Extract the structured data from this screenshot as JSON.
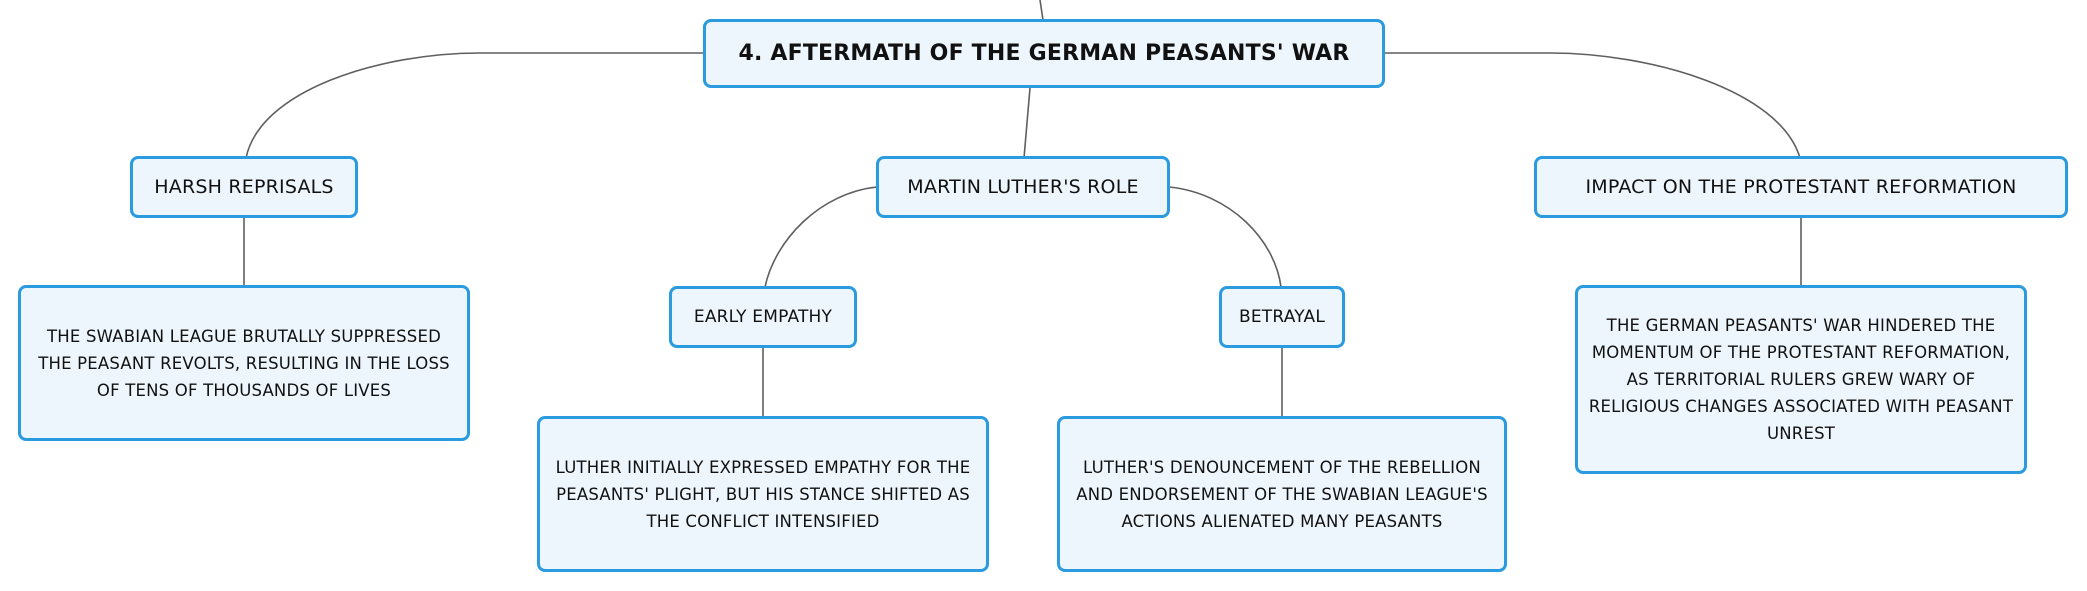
{
  "root": {
    "label": "4. AFTERMATH OF THE GERMAN PEASANTS' WAR"
  },
  "branches": [
    {
      "label": "HARSH REPRISALS",
      "detail": "THE SWABIAN LEAGUE BRUTALLY SUPPRESSED THE PEASANT REVOLTS, RESULTING IN THE LOSS OF TENS OF THOUSANDS OF LIVES"
    },
    {
      "label": "MARTIN LUTHER'S ROLE",
      "children": [
        {
          "label": "EARLY EMPATHY",
          "detail": "LUTHER INITIALLY EXPRESSED EMPATHY FOR THE PEASANTS' PLIGHT, BUT HIS STANCE SHIFTED AS THE CONFLICT INTENSIFIED"
        },
        {
          "label": "BETRAYAL",
          "detail": "LUTHER'S DENOUNCEMENT OF THE REBELLION AND ENDORSEMENT OF THE SWABIAN LEAGUE'S ACTIONS ALIENATED MANY PEASANTS"
        }
      ]
    },
    {
      "label": "IMPACT ON THE PROTESTANT REFORMATION",
      "detail": "THE GERMAN PEASANTS' WAR HINDERED THE MOMENTUM OF THE PROTESTANT REFORMATION, AS TERRITORIAL RULERS GREW WARY OF RELIGIOUS CHANGES ASSOCIATED WITH PEASANT UNREST"
    }
  ],
  "colors": {
    "node_fill": "#eef6fd",
    "node_border": "#2b9be0",
    "connector": "#5f5f5f"
  }
}
